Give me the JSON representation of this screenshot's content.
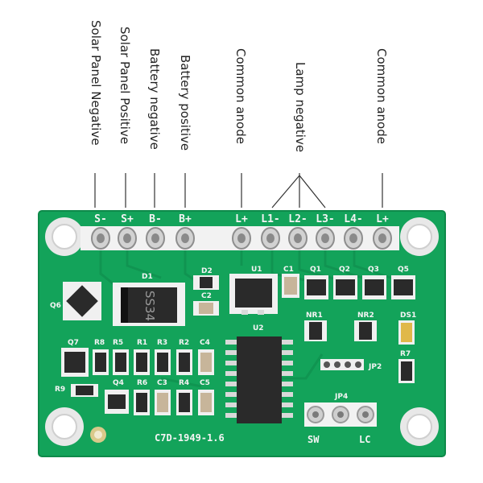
{
  "callouts": {
    "solar_negative": "Solar Panel Negative",
    "solar_positive": "Solar Panel Positive",
    "battery_negative": "Battery negative",
    "battery_positive": "Battery positive",
    "common_anode_left": "Common anode",
    "lamp_negative": "Lamp negative",
    "common_anode_right": "Common anode"
  },
  "pins": [
    "S-",
    "S+",
    "B-",
    "B+",
    "L+",
    "L1-",
    "L2-",
    "L3-",
    "L4-",
    "L+"
  ],
  "components": {
    "d1": "D1",
    "diode_marking": "SS34",
    "d2": "D2",
    "u1": "U1",
    "u2": "U2",
    "c1": "C1",
    "c2": "C2",
    "c4": "C4",
    "c5": "C5",
    "c3": "C3",
    "q1": "Q1",
    "q2": "Q2",
    "q3": "Q3",
    "q5": "Q5",
    "q6": "Q6",
    "q7": "Q7",
    "q4": "Q4",
    "r8": "R8",
    "r5": "R5",
    "r1": "R1",
    "r3": "R3",
    "r2": "R2",
    "r6": "R6",
    "r4": "R4",
    "r9": "R9",
    "r7": "R7",
    "nr1": "NR1",
    "nr2": "NR2",
    "ds1": "DS1",
    "jp2": "JP2",
    "jp4": "JP4",
    "sw": "SW",
    "lc": "LC",
    "board_id": "C7D-1949-1.6"
  },
  "colors": {
    "pcb": "#13a35a",
    "pcb_dark": "#0f8c4c",
    "silkscreen": "#f4f4f4",
    "pad": "#c9c9c9"
  }
}
